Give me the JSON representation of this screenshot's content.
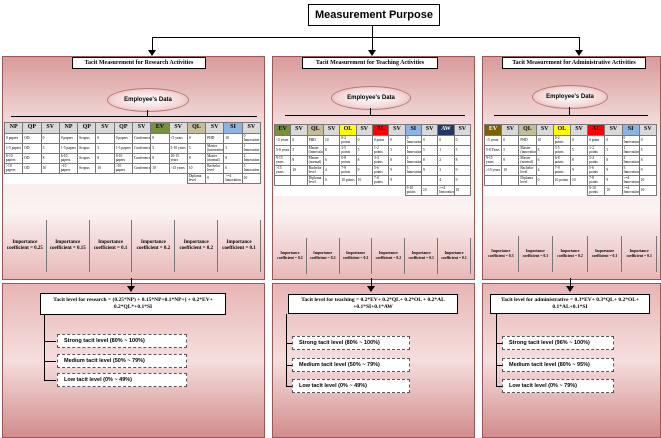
{
  "title": "Measurement Purpose",
  "panels": {
    "research": {
      "title": "Tacit Measurement for Research Activities",
      "data_label": "Employee's Data",
      "headers": [
        "NP",
        "QP",
        "SV",
        "NP",
        "QP",
        "SV",
        "QP",
        "SV",
        "EV",
        "SV",
        "QL",
        "SV",
        "SI",
        "SV"
      ],
      "rows": [
        [
          "0 papers",
          "OD",
          "0",
          "0 papers",
          "Scopus",
          "0",
          "0 papers",
          "Conference",
          "0",
          "<5 years",
          "0",
          "PHD",
          "10",
          "0 Innovation",
          "0"
        ],
        [
          "1-5 papers",
          "OD",
          "5",
          "1-5 papers",
          "Scopus",
          "5",
          "1-5 papers",
          "Conference",
          "5",
          "5-10 years",
          "5",
          "Master (innovation)",
          "5",
          "1 Innovation",
          "5"
        ],
        [
          "6-10 papers",
          "OD",
          "8",
          "6-10 papers",
          "Scopus",
          "8",
          "6-10 papers",
          "Conference",
          "8",
          "10-15 years",
          "8",
          "Master (normal)",
          "8",
          "2 Innovation",
          "8"
        ],
        [
          ">10 papers",
          "OD",
          "10",
          ">10 papers",
          "Scopus",
          "10",
          ">10 papers",
          "Conference",
          "10",
          ">15 years",
          "10",
          "Bachelor level",
          "0",
          "3 Innovation",
          "10"
        ]
      ],
      "extra_rows": [
        [
          "Diploma level",
          "0",
          ">=4 Innovation",
          "10"
        ]
      ],
      "coefficients": [
        "Importance coefficient = 0.25",
        "Importance coefficient = 0.15",
        "Importance coefficient = 0.1",
        "Importance coefficient = 0.2",
        "Importance coefficient = 0.2",
        "Importance coefficient = 0.1"
      ],
      "formula": "Tacit level for research = (0.25*NP) + 0.15*NP+0.1*NP+) + 0.2*EV+ 0.2*QL*+0.1*SI",
      "levels": [
        "Strong tacit level (80% ~ 100%)",
        "Medium tacit level (50% ~ 79%)",
        "Low tacit level (0% ~ 49%)"
      ]
    },
    "teaching": {
      "title": "Tacit Measurement for Teaching Activities",
      "data_label": "Employee's Data",
      "headers": [
        "EV",
        "SV",
        "QL",
        "SV",
        "OL",
        "SV",
        "AL",
        "SV",
        "SI",
        "SV",
        "AW",
        "SV"
      ],
      "rows": [
        [
          "<5 years",
          "0",
          "PHD",
          "10",
          "0-2 points",
          "0",
          "0 point",
          "0",
          "0 Innovation",
          "0",
          "0",
          "0"
        ],
        [
          "5-8 years",
          "5",
          "Master (innovation)",
          "8",
          "3-5 points",
          "5",
          "1-2 points",
          "5",
          "1 Innovation",
          "5",
          "1",
          "5"
        ],
        [
          "9-15 years",
          "8",
          "Master (normal)",
          "6",
          "6-8 points",
          "8",
          "3-4 points",
          "8",
          "2 Innovation",
          "8",
          "2",
          "8"
        ],
        [
          ">15 years",
          "10",
          "Bachelor level",
          "4",
          "7-9 points",
          "9",
          "5-6 points",
          "9",
          "3 Innovation",
          "9",
          "3",
          "9"
        ],
        [
          "",
          "",
          "Diploma level",
          "0",
          "10 points",
          "10",
          "7-8 points",
          "9",
          "",
          "",
          "4",
          "9"
        ]
      ],
      "extra_rows": [
        [
          "9-10 points",
          "10",
          ">=4 Innovation",
          "10"
        ]
      ],
      "coefficients": [
        "Importance coefficient = 0.2",
        "Importance coefficient = 0.2",
        "Importance coefficient = 0.2",
        "Importance coefficient = 0.2",
        "Importance coefficient = 0.1",
        "Importance coefficient = 0.1"
      ],
      "formula": "Tacit level for teaching = 0.2*EV+ 0.2*QL+ 0.2*OL + 0.2*AL +0.1*SI+0.1*AW",
      "levels": [
        "Strong tacit level (80% ~ 100%)",
        "Medium tacit level (50% ~ 79%)",
        "Low tacit level (0% ~ 49%)"
      ]
    },
    "admin": {
      "title": "Tacit Measurement for Administrative Activities",
      "data_label": "Employee's Data",
      "headers": [
        "EV",
        "SV",
        "QL",
        "SV",
        "OL",
        "SV",
        "AL",
        "SV",
        "SI",
        "SV"
      ],
      "rows": [
        [
          "<5 years",
          "0",
          "PHD",
          "10",
          "0-2 points",
          "0",
          "0 point",
          "0",
          "0 Innovation",
          "0"
        ],
        [
          "5-8 Years",
          "5",
          "Master (innovation)",
          "8",
          "3-5 points",
          "5",
          "1-2 points",
          "5",
          "1 Innovation",
          "5"
        ],
        [
          "9-15 years",
          "8",
          "Master (normal)",
          "6",
          "6-8 points",
          "8",
          "3-4 points",
          "8",
          "2 Innovation",
          "8"
        ],
        [
          ">15 years",
          "10",
          "Bachelor level",
          "4",
          "7-9 points",
          "9",
          "5-6 points",
          "9",
          "3 Innovation",
          "9"
        ],
        [
          "",
          "",
          "Diploma level",
          "0",
          "10 points",
          "10",
          "7-8 points",
          "9",
          ">=4 Innovation",
          "10"
        ]
      ],
      "extra_rows": [
        [
          "9-10 points",
          "10",
          ">=4 Innovation",
          "10"
        ]
      ],
      "coefficients": [
        "Importance coefficient = 0.3",
        "Importance coefficient = 0.3",
        "Importance coefficient = 0.2",
        "Importance coefficient = 0.1",
        "Importance coefficient = 0.1"
      ],
      "formula": "Tacit level for administrative = 0.3*EV+ 0.3*QL+ 0.2*OL+ 0.1*AL+0.1*SI",
      "levels": [
        "Strong tacit level (96% ~ 100%)",
        "Medium tacit level (80% ~ 95%)",
        "Low tacit level (0% ~ 79%)"
      ]
    }
  },
  "colors": {
    "header_gray": "#d9d9d9",
    "header_olive": "#c4bd97",
    "header_green": "#76923c",
    "header_yellow": "#ffff00",
    "header_red": "#ff0000",
    "header_blue": "#8db3e2",
    "header_darkblue": "#1f3864",
    "header_brown": "#7f6000",
    "header_purple": "#8064a2"
  }
}
